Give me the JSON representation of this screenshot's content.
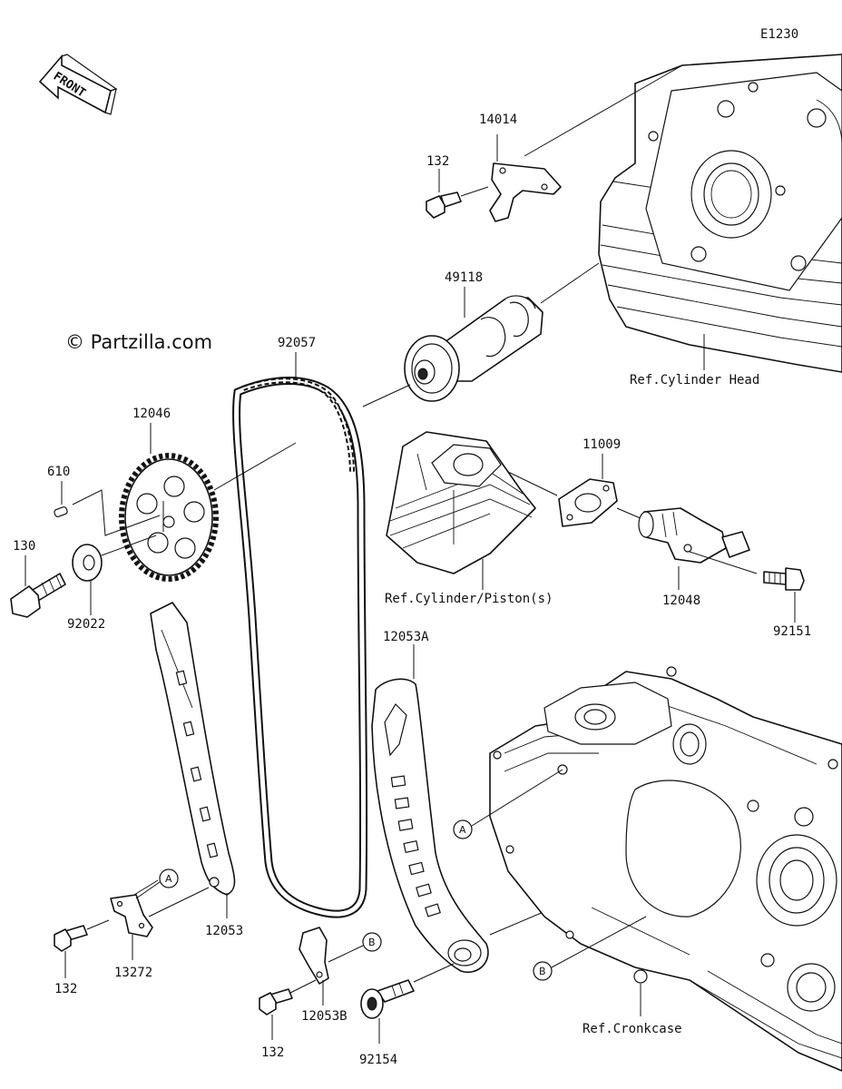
{
  "diagram": {
    "code": "E1230",
    "front_label": "FRONT",
    "watermark": "© Partzilla.com",
    "refs": {
      "cylinder_head": "Ref.Cylinder Head",
      "cylinder_piston": "Ref.Cylinder/Piston(s)",
      "crankcase": "Ref.Cronkcase"
    },
    "parts": {
      "p14014": "14014",
      "p132_top": "132",
      "p49118": "49118",
      "p92057": "92057",
      "p12046": "12046",
      "p610": "610",
      "p130": "130",
      "p92022": "92022",
      "p11009": "11009",
      "p12048": "12048",
      "p92151": "92151",
      "p12053A": "12053A",
      "p12053": "12053",
      "p13272": "13272",
      "p132_left": "132",
      "p12053B": "12053B",
      "p132_bottom": "132",
      "p92154": "92154"
    },
    "markers": {
      "a": "A",
      "b": "B"
    }
  }
}
